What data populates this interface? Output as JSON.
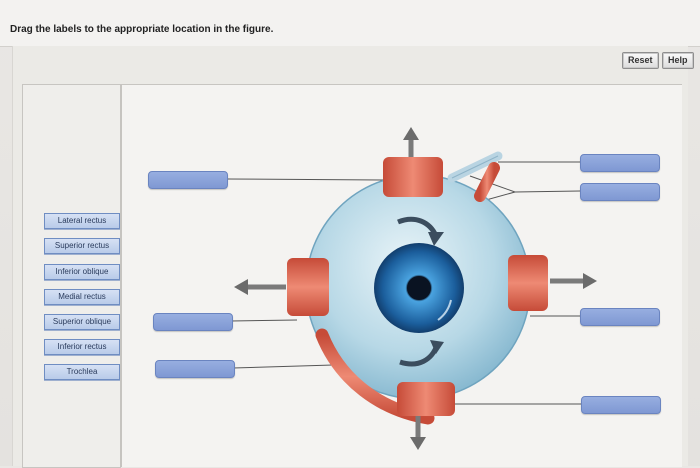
{
  "instruction": "Drag the labels to the appropriate location in the figure.",
  "toolbar": {
    "reset_label": "Reset",
    "help_label": "Help"
  },
  "labels": [
    "Lateral rectus",
    "Superior rectus",
    "Inferior oblique",
    "Medial rectus",
    "Superior oblique",
    "Inferior rectus",
    "Trochlea"
  ],
  "colors": {
    "chip_fill": "#c7d5ee",
    "drop_target": "#8aa2d9",
    "muscle": "#e06a55",
    "sclera": "#a9cfe0",
    "iris": "#1f6aa8"
  }
}
